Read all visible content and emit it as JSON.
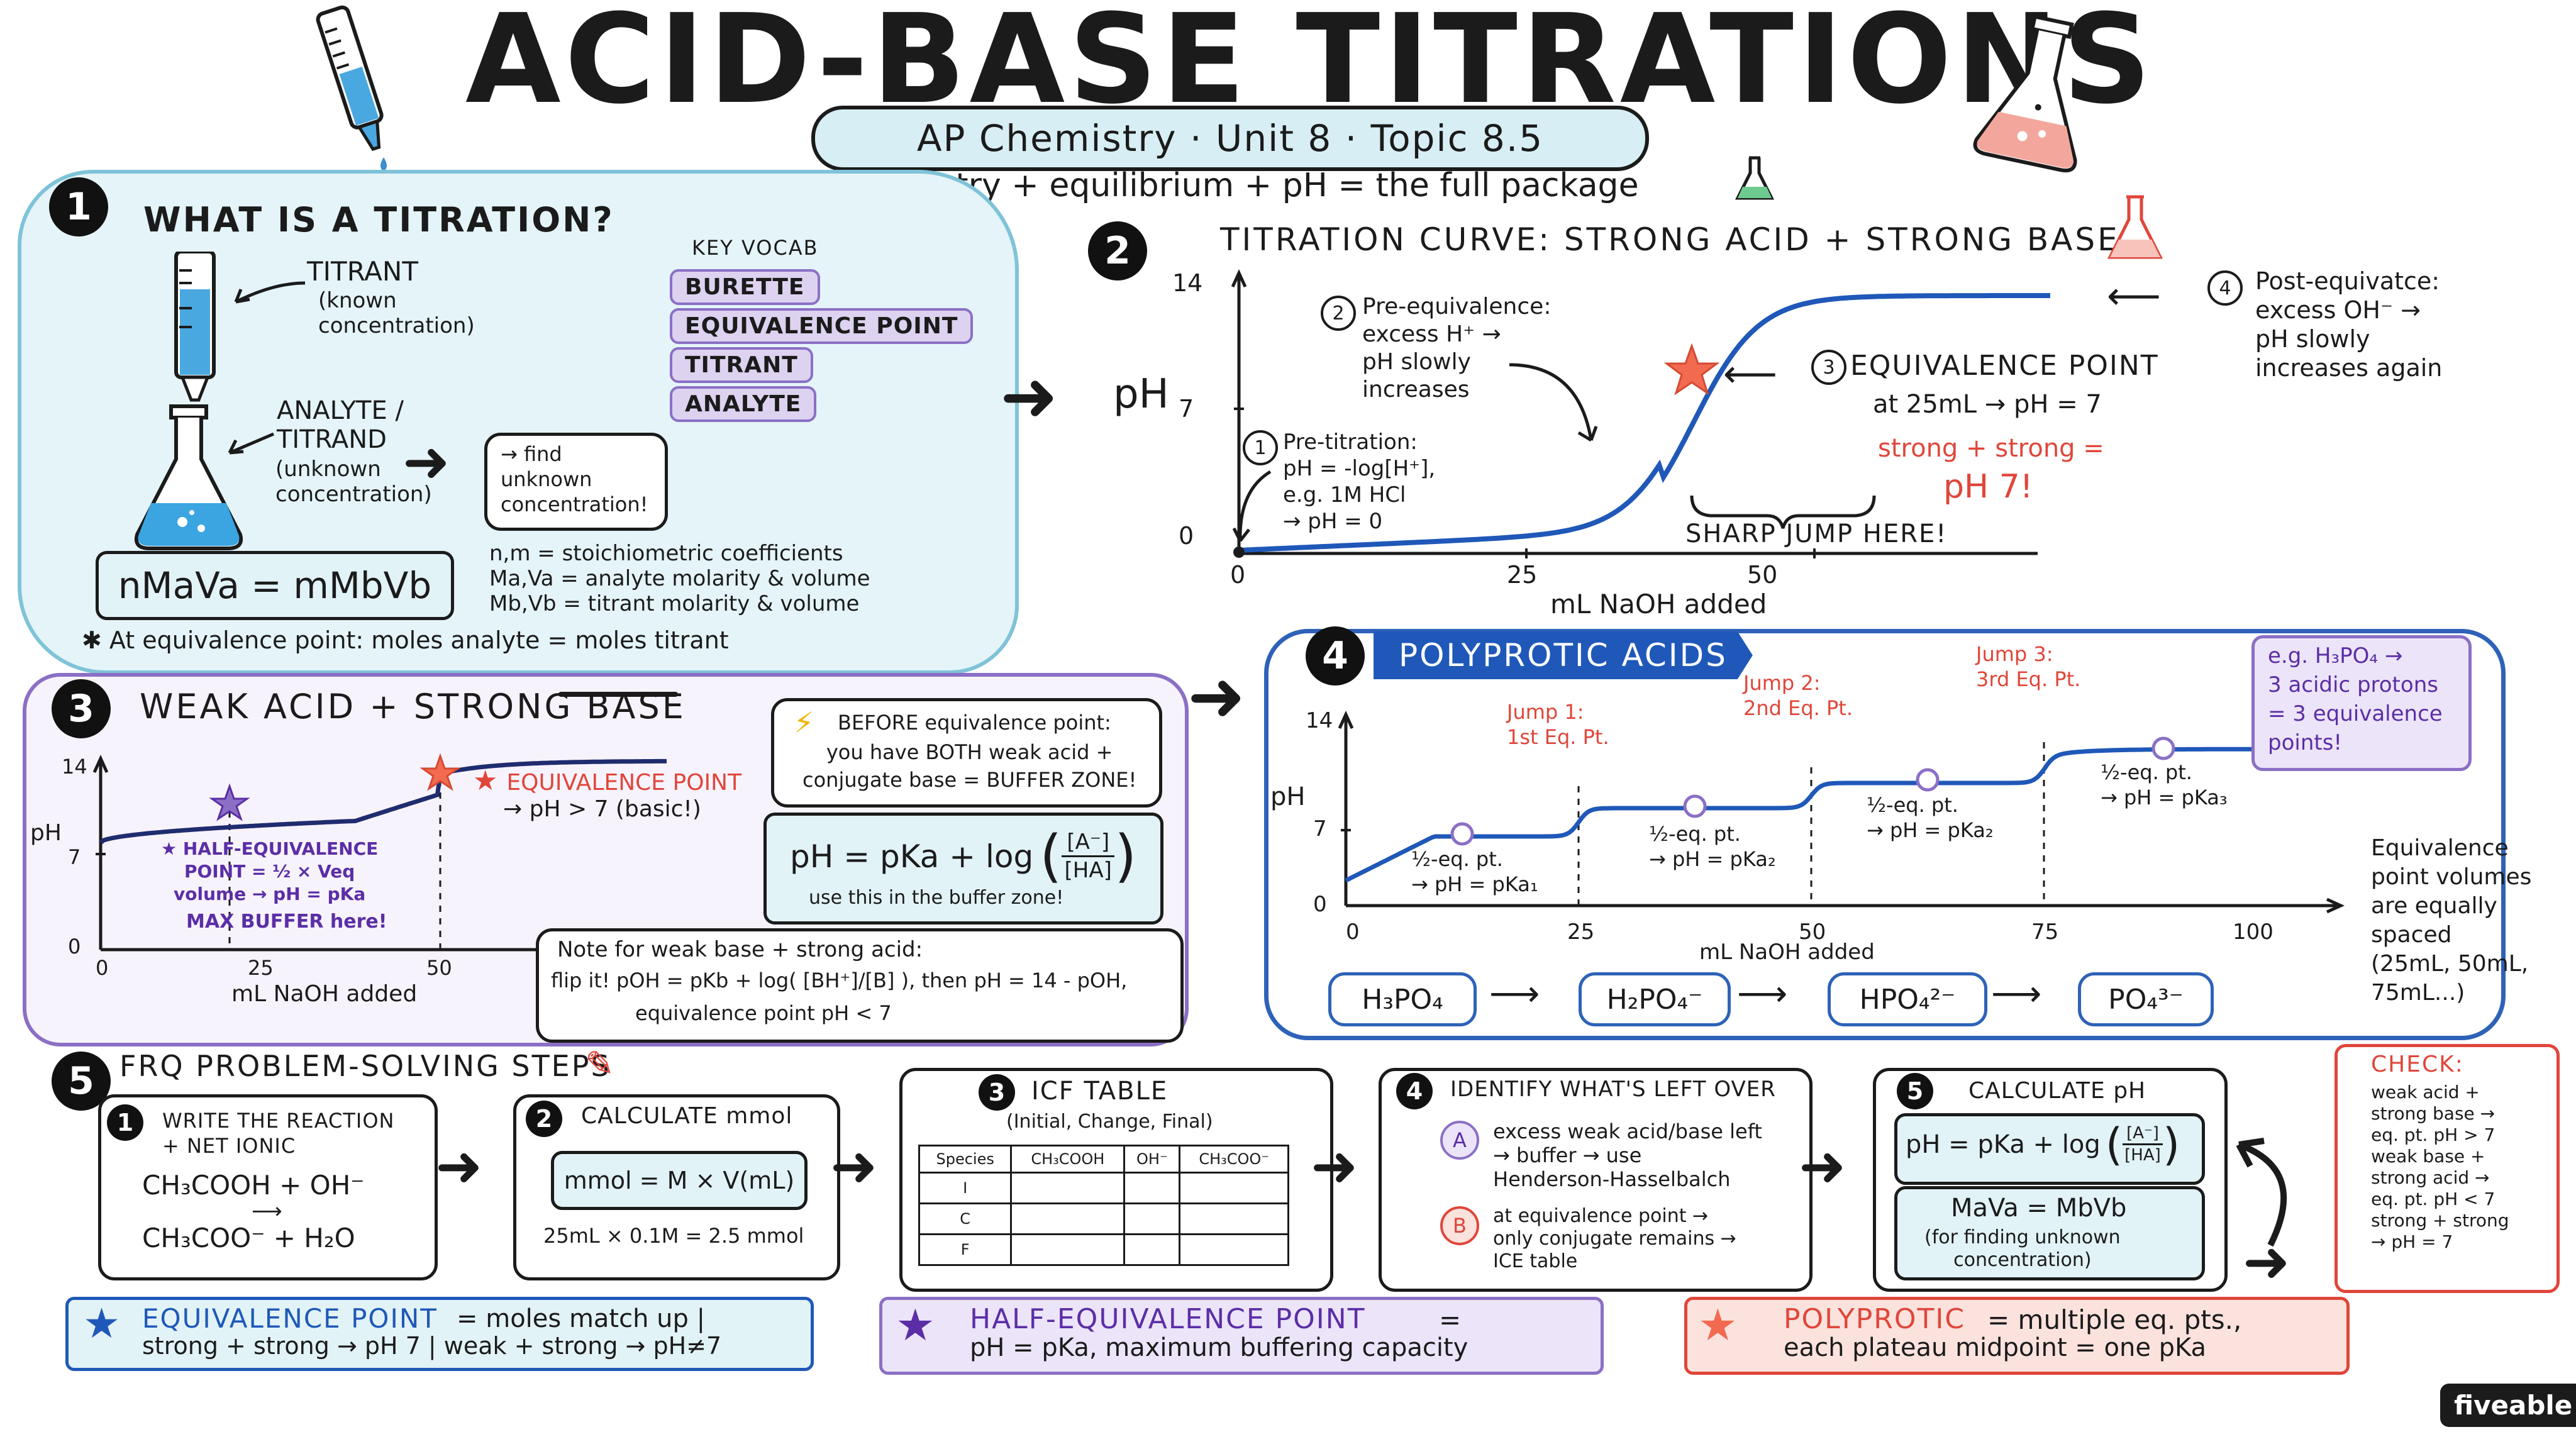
{
  "header": {
    "title": "ACID-BASE TITRATIONS",
    "subtitle": "AP Chemistry · Unit 8 · Topic 8.5",
    "tagline": "stoichiometry + equilibrium + pH = the full package"
  },
  "section1": {
    "number": "1",
    "title": "WHAT IS A TITRATION?",
    "titrant_label": "TITRANT",
    "titrant_note": "(known\nconcentration)",
    "analyte_label": "ANALYTE /\nTITRAND",
    "analyte_note": "(unknown\nconcentration)",
    "find_note": "→ find\nunknown\nconcentration!",
    "key_vocab_title": "KEY VOCAB",
    "key_vocab": [
      "BURETTE",
      "EQUIVALENCE POINT",
      "TITRANT",
      "ANALYTE"
    ],
    "formula": "nMaVa = mMbVb",
    "legend": [
      "n,m = stoichiometric coefficients",
      "Ma,Va = analyte molarity & volume",
      "Mb,Vb = titrant molarity & volume"
    ],
    "footnote": "✱ At equivalence point: moles analyte = moles titrant"
  },
  "section2": {
    "number": "2",
    "title": "TITRATION CURVE: STRONG ACID + STRONG BASE",
    "ylabel": "pH",
    "xlabel": "mL NaOH added",
    "y_ticks": [
      "14",
      "7",
      "0"
    ],
    "x_ticks": [
      "0",
      "25",
      "50"
    ],
    "ann1_num": "1",
    "ann1": "Pre-titration:\npH = -log[H⁺],\ne.g. 1M HCl\n→ pH = 0",
    "ann2_num": "2",
    "ann2": "Pre-equivalence:\nexcess H⁺ →\npH slowly\nincreases",
    "ann3_num": "3",
    "ann3_title": "EQUIVALENCE POINT",
    "ann3_text": "at 25mL → pH = 7",
    "ann3_red1": "strong + strong =",
    "ann3_red2": "pH 7!",
    "ann4_num": "4",
    "ann4": "Post-equivatce:\nexcess OH⁻ →\npH slowly\nincreases again",
    "jump_label": "SHARP JUMP HERE!"
  },
  "section3": {
    "number": "3",
    "title": "WEAK ACID + STRONG BASE",
    "ylabel": "pH",
    "xlabel": "mL NaOH added",
    "y_ticks": [
      "14",
      "7",
      "0"
    ],
    "x_ticks": [
      "0",
      "25",
      "50"
    ],
    "half_eq": "★ HALF-EQUIVALENCE\nPOINT = ½ × Veq\nvolume → pH = pKa",
    "max_buffer": "MAX BUFFER here!",
    "eq_point_title": "EQUIVALENCE POINT",
    "eq_point_text": "→ pH > 7 (basic!)",
    "before_title": "BEFORE equivalence point:",
    "before_text": "you have BOTH weak acid +\nconjugate base = BUFFER ZONE!",
    "hh_formula_left": "pH = pKa + log",
    "hh_num": "[A⁻]",
    "hh_den": "[HA]",
    "hh_note": "use this in the buffer zone!",
    "weak_base_title": "Note for weak base + strong acid:",
    "weak_base_text": "flip it! pOH = pKb + log( [BH⁺]/[B] ), then pH = 14 - pOH,",
    "weak_base_text2": "equivalence point pH < 7"
  },
  "section4": {
    "number": "4",
    "title": "POLYPROTIC ACIDS",
    "ylabel": "pH",
    "xlabel": "mL NaOH added",
    "y_ticks": [
      "14",
      "7",
      "0"
    ],
    "x_ticks": [
      "0",
      "25",
      "50",
      "75",
      "100"
    ],
    "jump1": "Jump 1:\n1st Eq. Pt.",
    "jump2": "Jump 2:\n2nd Eq. Pt.",
    "jump3": "Jump 3:\n3rd Eq. Pt.",
    "half1": "½-eq. pt.\n→ pH = pKa₁",
    "half2": "½-eq. pt.\n→ pH = pKa₂",
    "half3": "½-eq. pt.\n→ pH = pKa₂",
    "half4": "½-eq. pt.\n→ pH = pKa₃",
    "example": "e.g. H₃PO₄ →\n3 acidic protons\n= 3 equivalence\npoints!",
    "spacing_note": "Equivalence\npoint volumes\nare equally\nspaced\n(25mL, 50mL,\n75mL...)",
    "species": [
      "H₃PO₄",
      "H₂PO₄⁻",
      "HPO₄²⁻",
      "PO₄³⁻"
    ]
  },
  "section5": {
    "number": "5",
    "title": "FRQ PROBLEM-SOLVING STEPS",
    "step1_num": "1",
    "step1_title": "WRITE THE REACTION\n+ NET IONIC",
    "step1_eq1": "CH₃COOH + OH⁻",
    "step1_eq2": "CH₃COO⁻ + H₂O",
    "step2_num": "2",
    "step2_title": "CALCULATE mmol",
    "step2_formula": "mmol = M × V(mL)",
    "step2_example": "25mL × 0.1M = 2.5 mmol",
    "step3_num": "3",
    "step3_title": "ICF TABLE",
    "step3_sub": "(Initial, Change, Final)",
    "icf_headers": [
      "Species",
      "CH₃COOH",
      "OH⁻",
      "CH₃COO⁻"
    ],
    "icf_rows": [
      "I",
      "C",
      "F"
    ],
    "step4_num": "4",
    "step4_title": "IDENTIFY WHAT'S LEFT OVER",
    "step4_a_badge": "A",
    "step4_a": "excess weak acid/base left\n→ buffer → use\nHenderson-Hasselbalch",
    "step4_b_badge": "B",
    "step4_b": "at equivalence point →\nonly conjugate remains →\nICE table",
    "step5_num": "5",
    "step5_title": "CALCULATE pH",
    "step5_formula": "pH = pKa + log",
    "step5_num_frac": "[A⁻]",
    "step5_den_frac": "[HA]",
    "step5_formula2": "MaVa = MbVb",
    "step5_note": "(for finding unknown\nconcentration)",
    "check_title": "CHECK:",
    "check_lines": "weak acid +\nstrong base →\neq. pt. pH > 7\nweak base +\nstrong acid →\neq. pt. pH < 7\nstrong + strong\n→ pH = 7"
  },
  "footer": {
    "eq_title": "EQUIVALENCE POINT",
    "eq_text1": "= moles match up |",
    "eq_text2": "strong + strong → pH 7 | weak + strong → pH≠7",
    "half_title": "HALF-EQUIVALENCE POINT",
    "half_text1": "=",
    "half_text2": "pH = pKa, maximum buffering capacity",
    "poly_title": "POLYPROTIC",
    "poly_text1": "= multiple eq. pts.,",
    "poly_text2": "each plateau midpoint = one pKa",
    "brand": "fiveable"
  },
  "colors": {
    "blue": "#1f58b8",
    "red": "#e0463a",
    "purple": "#8b6fc5",
    "light_blue": "#e2f3f7"
  }
}
